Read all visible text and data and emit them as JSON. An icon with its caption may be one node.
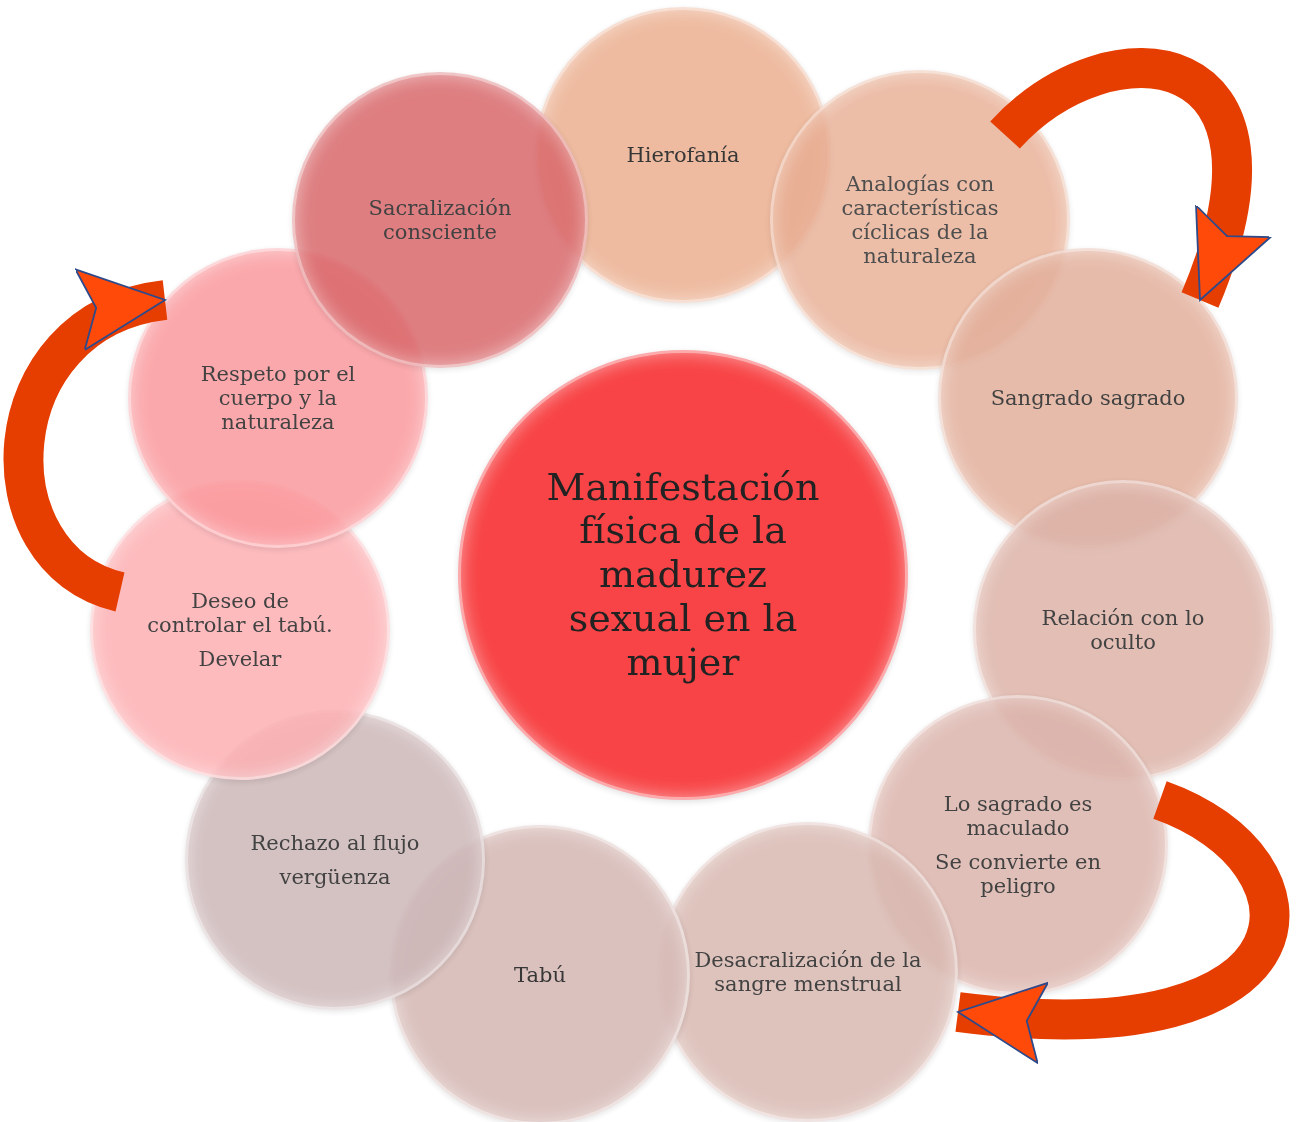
{
  "diagram": {
    "nodes": [
      {
        "text": [
          "Manifestación física de la madurez sexual en la mujer"
        ]
      },
      {
        "text": [
          "Hierofanía"
        ]
      },
      {
        "text": [
          "Analogías con características cíclicas de la naturaleza"
        ]
      },
      {
        "text": [
          "Sangrado sagrado"
        ]
      },
      {
        "text": [
          "Relación con lo oculto"
        ]
      },
      {
        "text": [
          "Lo sagrado es maculado",
          "Se convierte en peligro"
        ]
      },
      {
        "text": [
          "Desacralización de la sangre menstrual"
        ]
      },
      {
        "text": [
          "Tabú"
        ]
      },
      {
        "text": [
          "Rechazo al flujo",
          "vergüenza"
        ]
      },
      {
        "text": [
          "Deseo de controlar el tabú.",
          "Develar"
        ]
      },
      {
        "text": [
          "Respeto por el cuerpo y la naturaleza"
        ]
      },
      {
        "text": [
          "Sacralización consciente"
        ]
      }
    ],
    "edges": [
      {
        "from": 2,
        "to": 3,
        "arrow": "to"
      },
      {
        "from": 5,
        "to": 6,
        "arrow": "to"
      },
      {
        "from": 9,
        "to": 10,
        "arrow": "to"
      }
    ]
  }
}
